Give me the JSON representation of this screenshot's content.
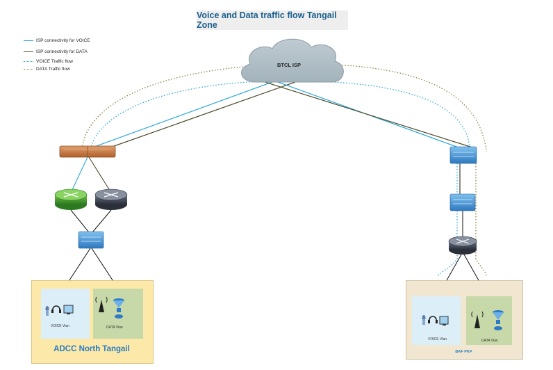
{
  "title": "Voice and Data traffic flow Tangail Zone",
  "legend": [
    {
      "label": "ISP connectivity for VOICE",
      "color": "#29a6d6",
      "style": "solid"
    },
    {
      "label": "ISP connectivity for DATA",
      "color": "#4d4a28",
      "style": "solid"
    },
    {
      "label": "VOICE Traffic flow",
      "color": "#29a6d6",
      "style": "dotted"
    },
    {
      "label": "DATA Traffic flow",
      "color": "#8a7f3a",
      "style": "dotted"
    }
  ],
  "cloud": {
    "label": "BTCL ISP"
  },
  "sites": {
    "left": {
      "name": "ADCC North Tangail",
      "voice_vlan": "VOICE Vlan",
      "data_vlan": "DATA Vlan"
    },
    "right": {
      "name": "BAF PKP",
      "voice_vlan": "VOICE Vlan",
      "data_vlan": "DATA Vlan"
    }
  },
  "colors": {
    "voice": "#29a6d6",
    "data": "#4d4a28",
    "data_flow": "#8a7f3a",
    "firewall": "#c5753a",
    "switch": "#3f8fd2",
    "router_green": "#3a9a2a",
    "router_dark": "#3b4150"
  }
}
